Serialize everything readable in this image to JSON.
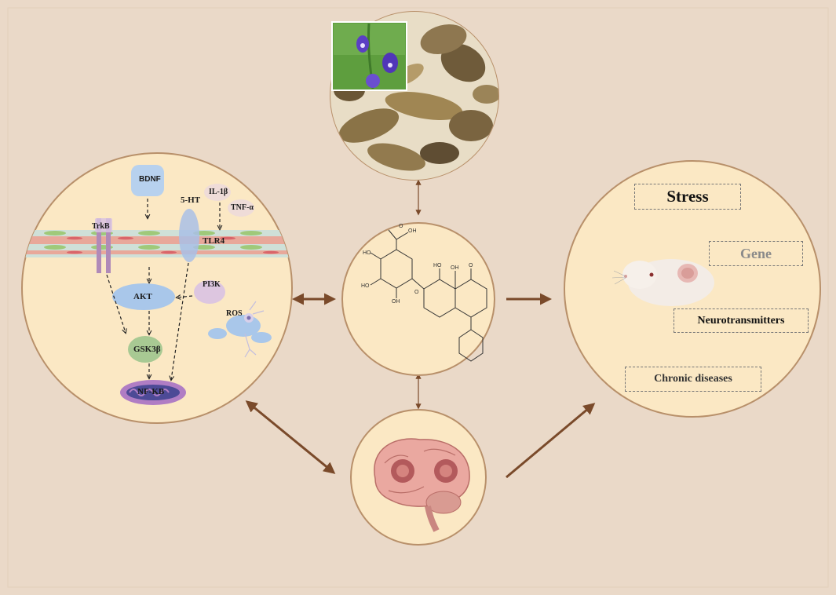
{
  "pathway": {
    "bdnf": "BDNF",
    "trkb": "TrkB",
    "ht5": "5-HT",
    "il1b": "IL-1β",
    "tnfa": "TNF-α",
    "tlr4": "TLR4",
    "akt": "AKT",
    "pi3k": "PI3K",
    "gsk3b": "GSK3β",
    "nfkb": "NF-KB",
    "ros": "ROS"
  },
  "factors": {
    "stress": "Stress",
    "gene": "Gene",
    "neurotransmitters": "Neurotransmitters",
    "chronic": "Chronic diseases"
  },
  "colors": {
    "background": "#ead9c8",
    "circle_fill": "#fbe8c4",
    "circle_stroke": "#b8906a",
    "arrow": "#7a4a2a"
  }
}
